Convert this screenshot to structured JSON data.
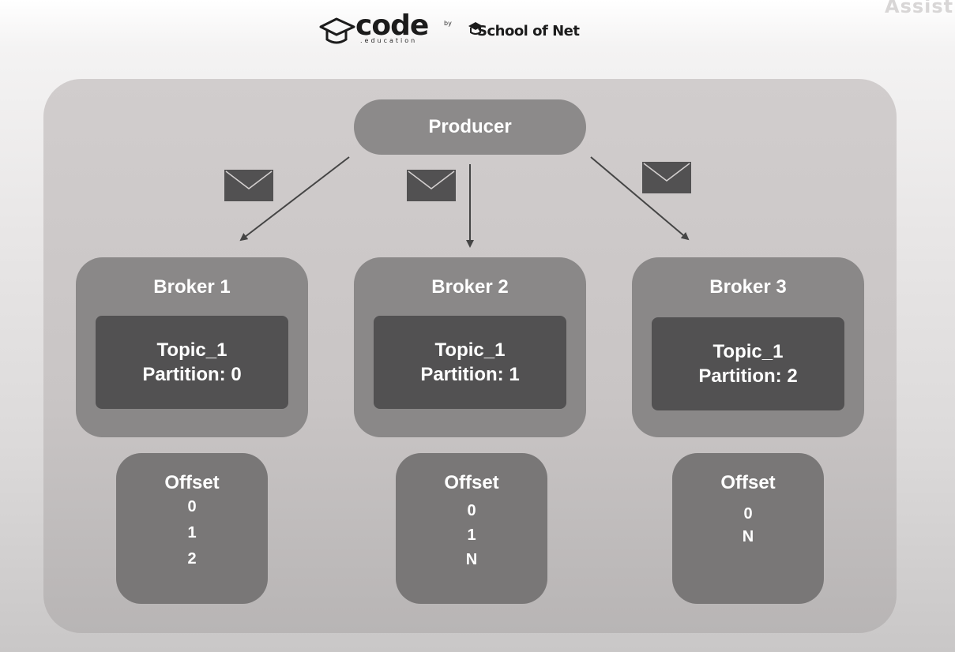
{
  "header": {
    "corner_text": "Assist",
    "logo_code": {
      "word": "code",
      "sub": ".education"
    },
    "logo_by": "by",
    "logo_school": "School of Net"
  },
  "diagram": {
    "producer": "Producer",
    "brokers": [
      {
        "title": "Broker 1",
        "topic": "Topic_1",
        "partition": "Partition: 0"
      },
      {
        "title": "Broker 2",
        "topic": "Topic_1",
        "partition": "Partition: 1"
      },
      {
        "title": "Broker 3",
        "topic": "Topic_1",
        "partition": "Partition: 2"
      }
    ],
    "offsets": [
      {
        "title": "Offset",
        "values": [
          "0",
          "1",
          "2"
        ]
      },
      {
        "title": "Offset",
        "values": [
          "0",
          "1",
          "N"
        ]
      },
      {
        "title": "Offset",
        "values": [
          "0",
          "N"
        ]
      }
    ]
  },
  "colors": {
    "panel": "#c9c5c5",
    "producer": "#8c8a8a",
    "broker": "#8a8888",
    "topic_box": "#525152",
    "offset_box": "#797777",
    "envelope": "#525152",
    "arrow": "#454545"
  },
  "icons": [
    "graduation-cap-icon",
    "envelope-icon",
    "arrow-icon"
  ]
}
